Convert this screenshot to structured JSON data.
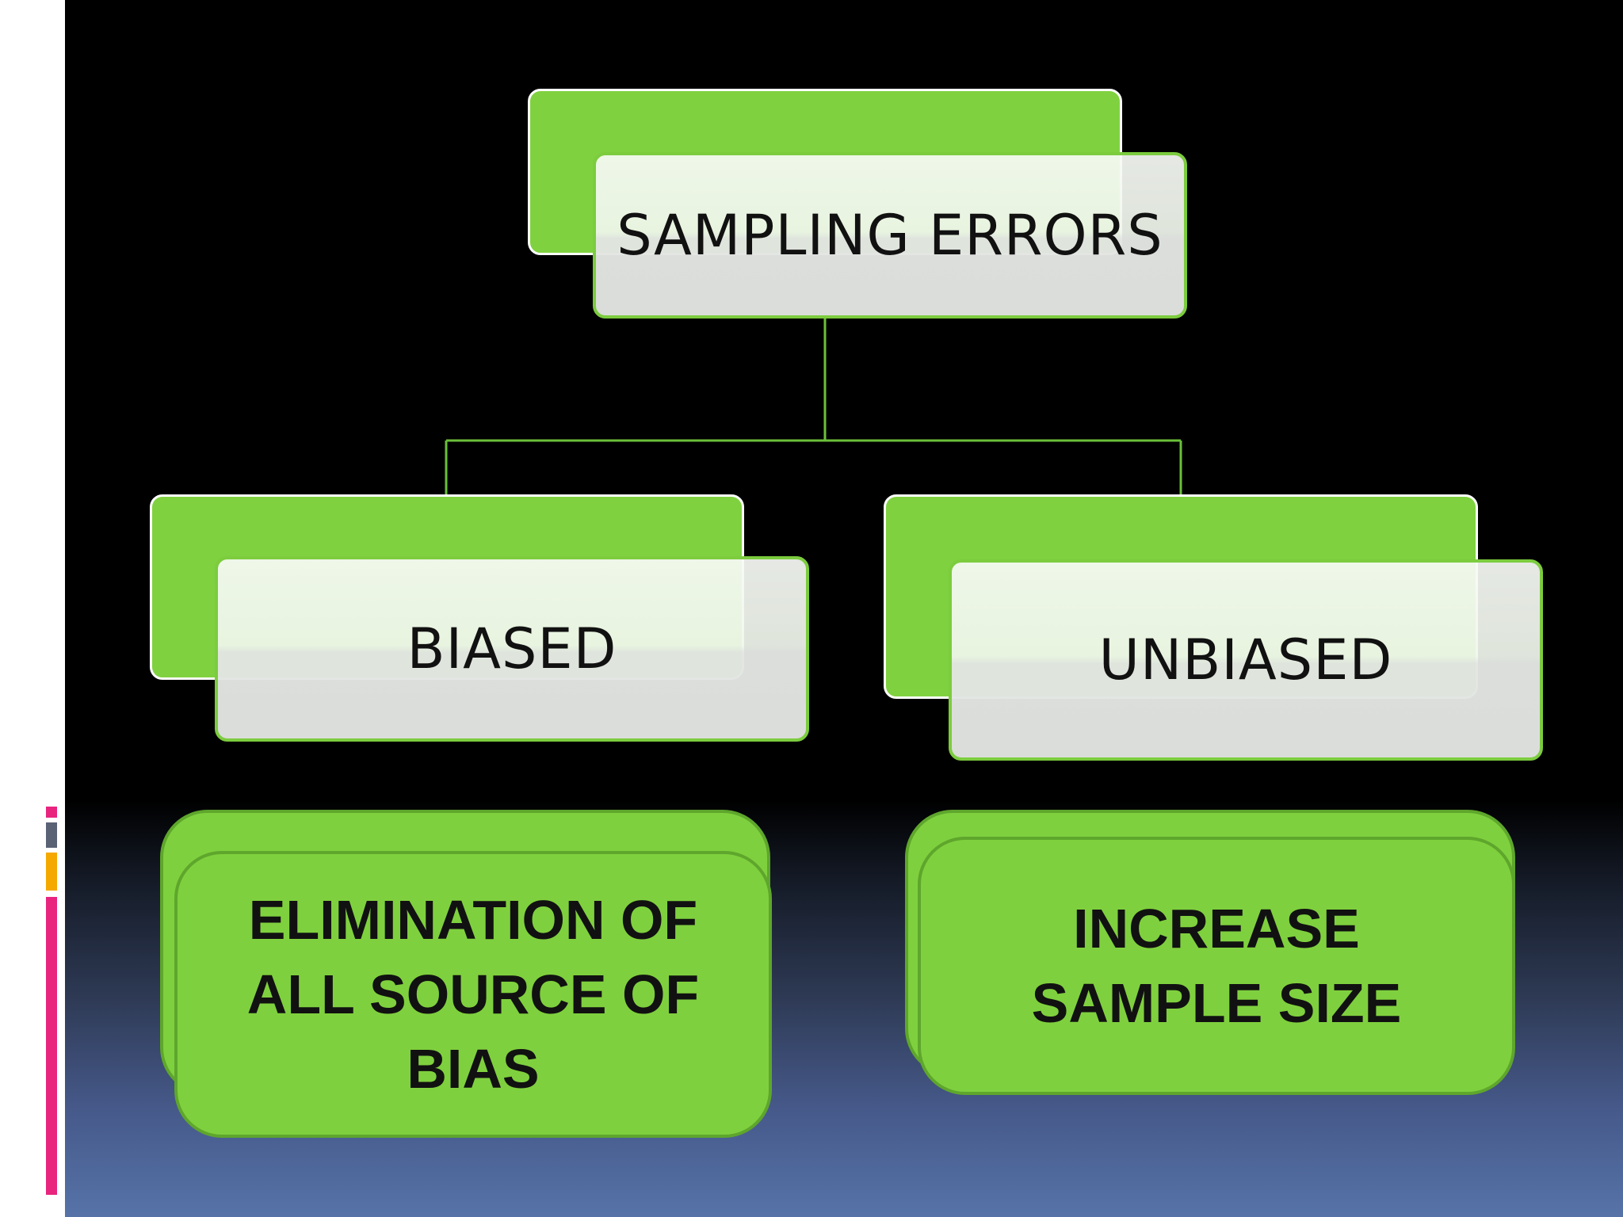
{
  "diagram": {
    "root": {
      "label": "SAMPLING ERRORS"
    },
    "branches": [
      {
        "label": "BIASED",
        "solution": "ELIMINATION OF\nALL SOURCE OF\nBIAS"
      },
      {
        "label": "UNBIASED",
        "solution": "INCREASE\nSAMPLE SIZE"
      }
    ]
  },
  "colors": {
    "node_green": "#80d140",
    "node_border": "#7ccc3e",
    "solution_green": "#7fd03e",
    "connector": "#6bbf3a",
    "slide_top": "#000000",
    "slide_bottom": "#5673a8",
    "accent_pink": "#e8247f",
    "accent_gray": "#5a6275",
    "accent_orange": "#f5a800"
  }
}
